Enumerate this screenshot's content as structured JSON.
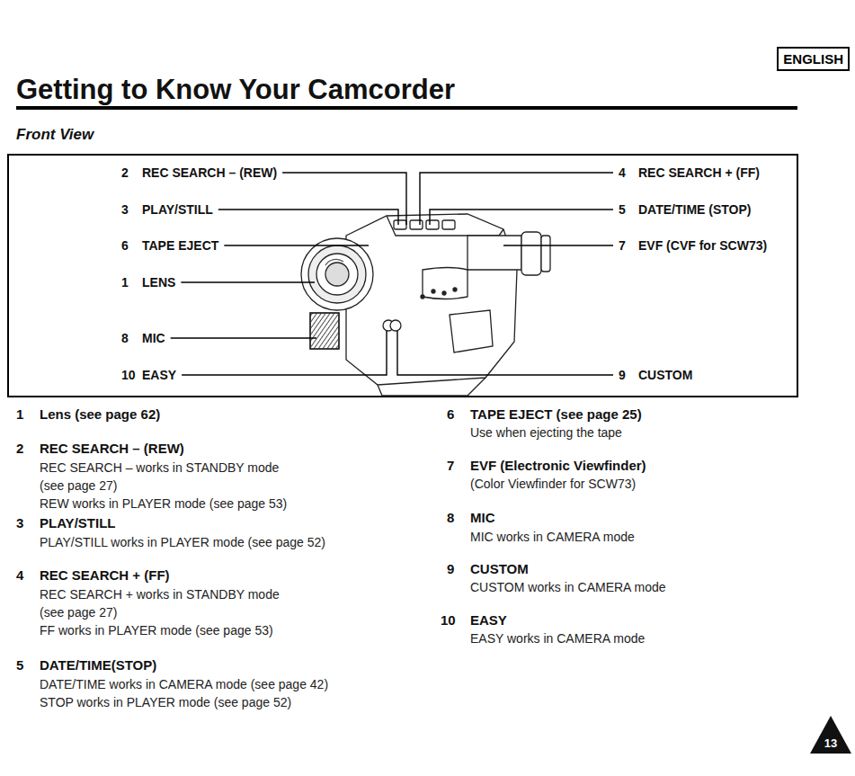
{
  "diagram": {
    "title": "Getting to Know Your Camcorder",
    "nodes": [
      {
        "text": [
          "ENGLISH"
        ]
      },
      {
        "text": [
          "13"
        ]
      }
    ],
    "labels": [
      "Front View",
      "2",
      "REC SEARCH – (REW)",
      "3",
      "PLAY/STILL",
      "6",
      "TAPE EJECT",
      "1",
      "LENS",
      "8",
      "MIC",
      "10",
      "EASY",
      "4",
      "REC SEARCH + (FF)",
      "5",
      "DATE/TIME (STOP)",
      "7",
      "EVF (CVF for SCW73)",
      "9",
      "CUSTOM",
      "1",
      "Lens (see page 62)",
      "2",
      "REC SEARCH – (REW)",
      "REC SEARCH – works in STANDBY mode",
      "(see page 27)",
      "REW works in PLAYER mode (see page 53)",
      "3",
      "PLAY/STILL",
      "PLAY/STILL works in PLAYER mode (see page 52)",
      "4",
      "REC SEARCH + (FF)",
      "REC SEARCH + works in STANDBY mode",
      "(see page 27)",
      "FF works in PLAYER mode (see page 53)",
      "5",
      "DATE/TIME(STOP)",
      "DATE/TIME works in CAMERA mode (see page 42)",
      "STOP works in PLAYER mode (see page 52)",
      "6",
      "TAPE EJECT (see page 25)",
      "Use when ejecting the tape",
      "7",
      "EVF (Electronic Viewfinder)",
      "(Color Viewfinder for SCW73)",
      "8",
      "MIC",
      "MIC works in CAMERA mode",
      "9",
      "CUSTOM",
      "CUSTOM works in CAMERA mode",
      "10",
      "EASY",
      "EASY works in CAMERA mode"
    ]
  }
}
